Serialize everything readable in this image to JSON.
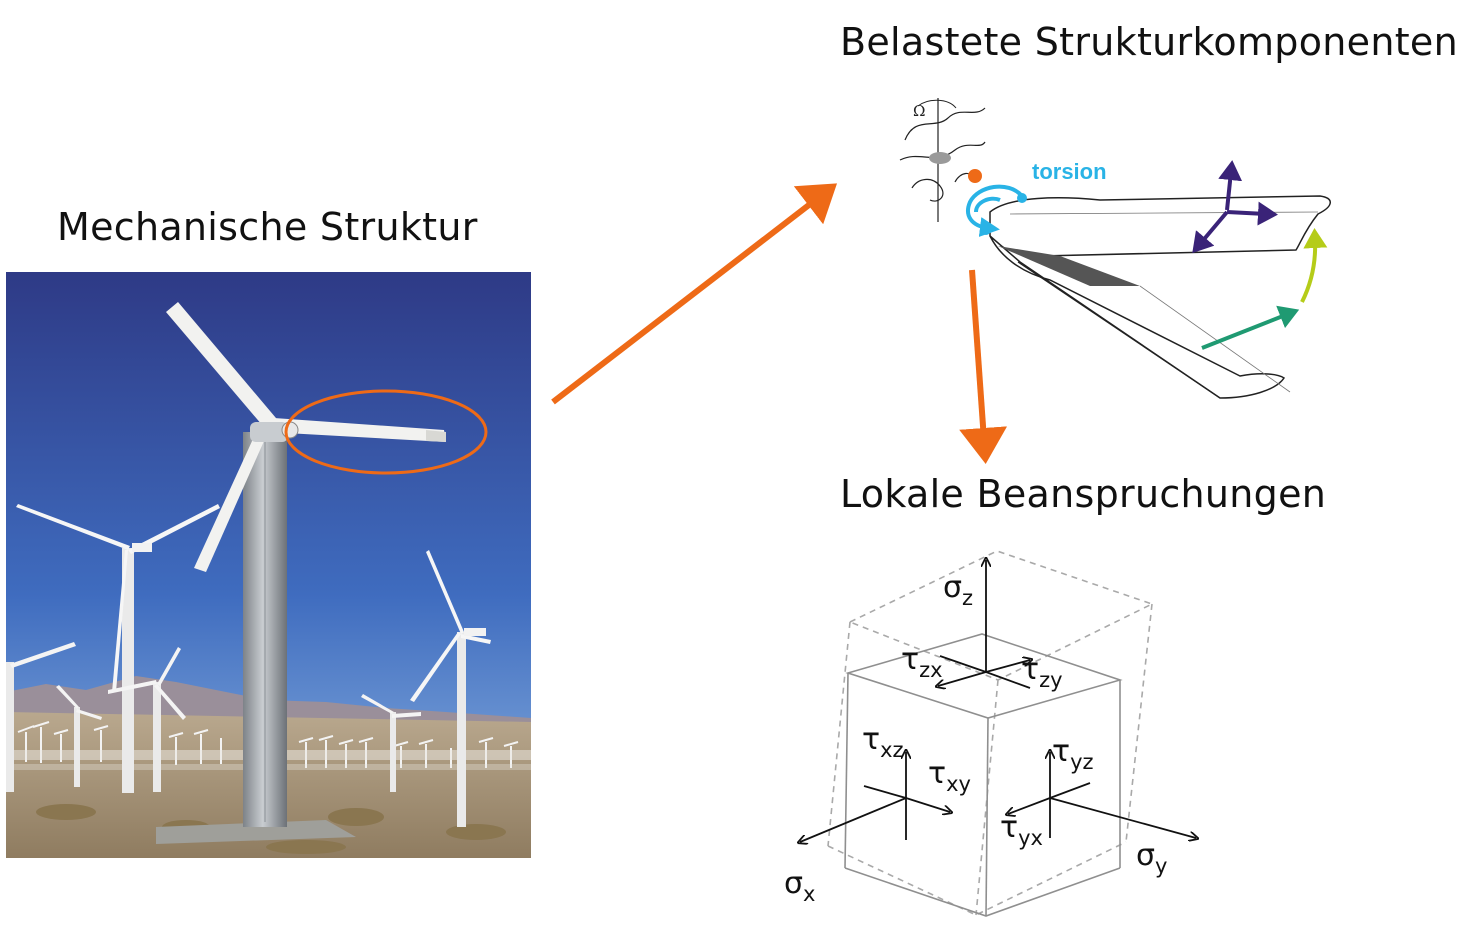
{
  "headings": {
    "mechanical_structure": "Mechanische Struktur",
    "loaded_components": "Belastete Strukturkomponenten",
    "local_stresses": "Lokale Beanspruchungen"
  },
  "blade_diagram": {
    "torsion_label": "torsion",
    "omega_label": "Ω"
  },
  "stress_cube": {
    "sigma_z": {
      "symbol": "σ",
      "sub": "z"
    },
    "sigma_x": {
      "symbol": "σ",
      "sub": "x"
    },
    "sigma_y": {
      "symbol": "σ",
      "sub": "y"
    },
    "tau_zx": {
      "symbol": "τ",
      "sub": "zx"
    },
    "tau_zy": {
      "symbol": "τ",
      "sub": "zy"
    },
    "tau_xz": {
      "symbol": "τ",
      "sub": "xz"
    },
    "tau_xy": {
      "symbol": "τ",
      "sub": "xy"
    },
    "tau_yz": {
      "symbol": "τ",
      "sub": "yz"
    },
    "tau_yx": {
      "symbol": "τ",
      "sub": "yx"
    }
  },
  "colors": {
    "flow_arrow": "#ee6a17",
    "highlight_ellipse": "#ee6a17",
    "torsion": "#29b3e6",
    "blade_axes": "#3a2378",
    "deflection_green": "#1f9a72",
    "deflection_lime": "#b5cc19",
    "sky_top": "#2e3f8e",
    "sky_bottom": "#7ba7d8"
  }
}
